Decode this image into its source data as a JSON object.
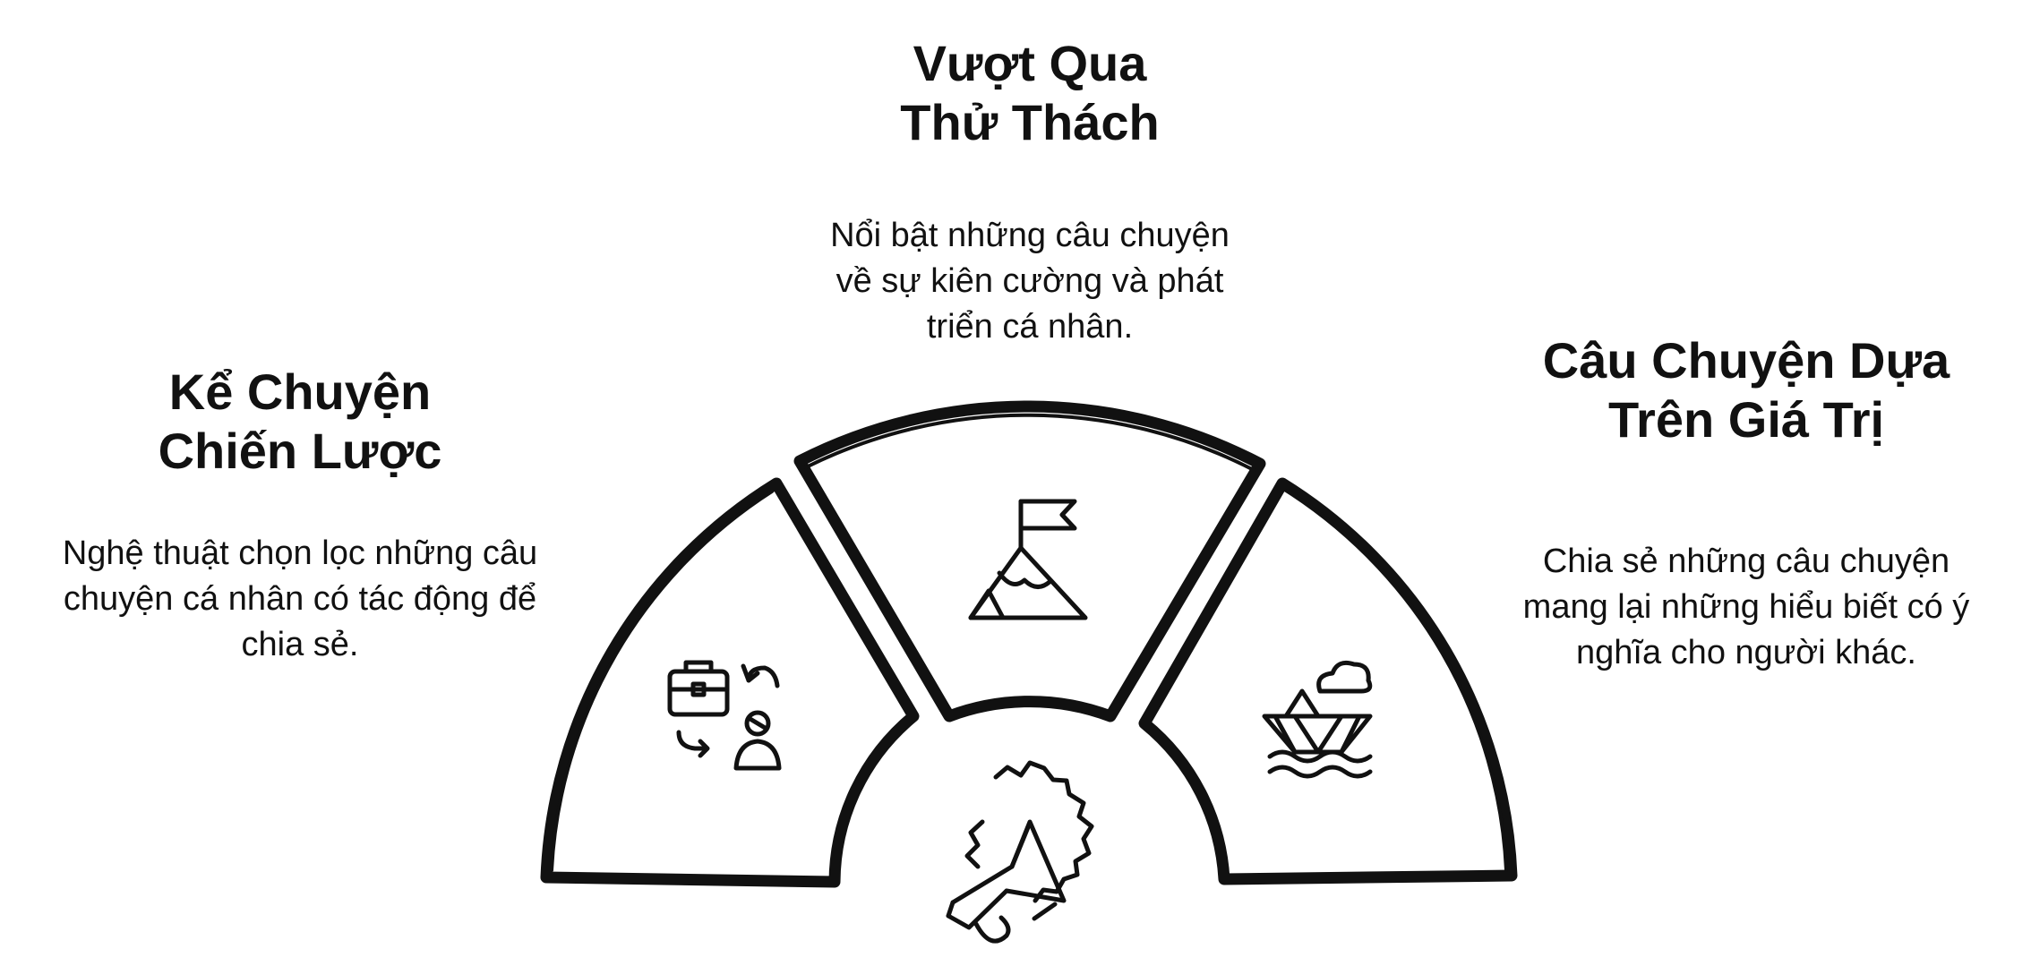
{
  "sections": {
    "top": {
      "title": "Vượt Qua\nThử Thách",
      "description": "Nổi bật những câu chuyện\nvề sự kiên cường và phát\ntriển cá nhân.",
      "icon": "mountain-flag-icon"
    },
    "left": {
      "title": "Kể Chuyện\nChiến Lược",
      "description": "Nghệ thuật chọn lọc những câu\nchuyện cá nhân có tác động để\nchia sẻ.",
      "icon": "briefcase-person-exchange-icon"
    },
    "right": {
      "title": "Câu Chuyện Dựa\nTrên Giá Trị",
      "description": "Chia sẻ những câu chuyện\nmang lại những hiểu biết có ý\nnghĩa cho người khác.",
      "icon": "paper-boat-waves-icon"
    },
    "center": {
      "icon": "megaphone-icon"
    }
  },
  "colors": {
    "stroke": "#111111",
    "fill": "#ffffff",
    "background": "#ffffff"
  }
}
